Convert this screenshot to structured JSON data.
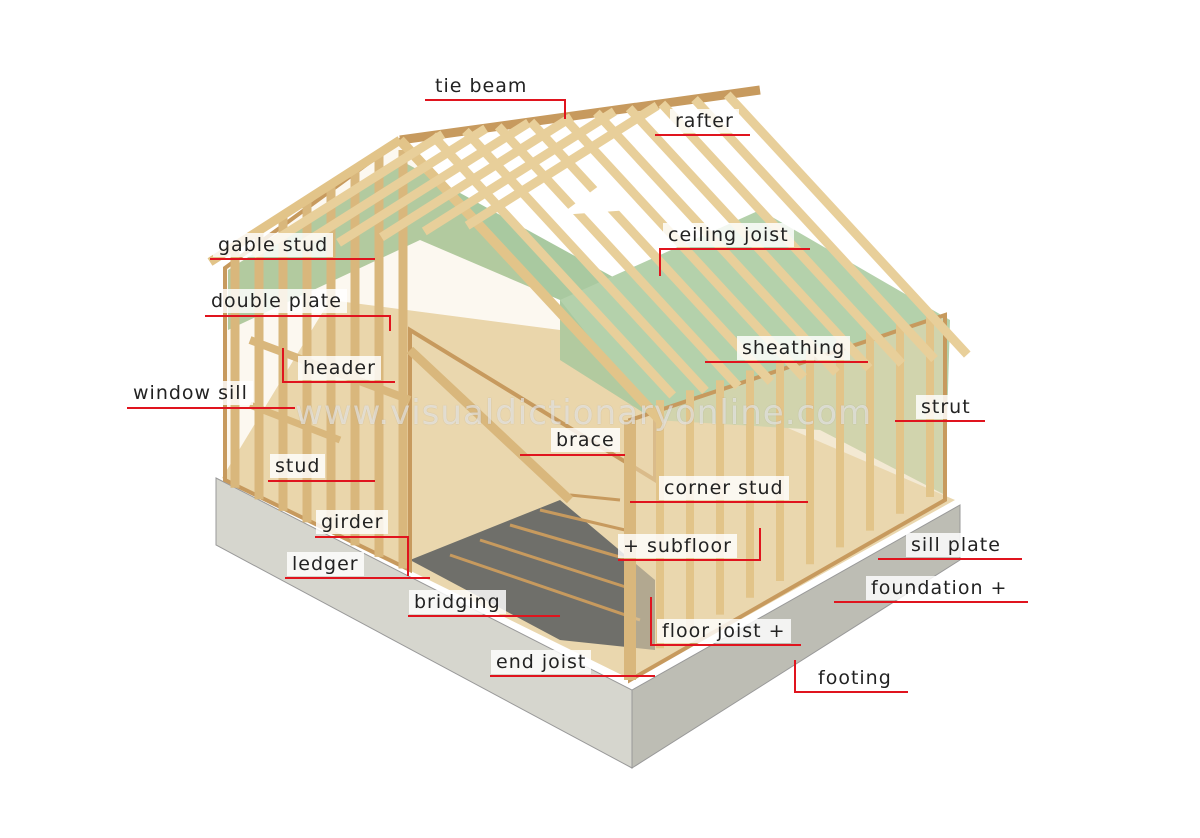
{
  "watermark": "www.visualdictionaryonline.com",
  "labels": {
    "tie_beam": "tie beam",
    "rafter": "rafter",
    "gable_stud": "gable stud",
    "ceiling_joist": "ceiling joist",
    "double_plate": "double plate",
    "header": "header",
    "window_sill": "window sill",
    "sheathing": "sheathing",
    "strut": "strut",
    "brace": "brace",
    "stud": "stud",
    "corner_stud": "corner stud",
    "girder": "girder",
    "subfloor": "+ subfloor",
    "sill_plate": "sill plate",
    "ledger": "ledger",
    "foundation": "foundation +",
    "bridging": "bridging",
    "floor_joist": "floor joist +",
    "end_joist": "end joist",
    "footing": "footing"
  },
  "colors": {
    "wood": "#e8cf9a",
    "wood_dark": "#c79a5e",
    "sheathing": "#a9c9a0",
    "concrete": "#c9c9c0",
    "leader": "#e0141e"
  }
}
